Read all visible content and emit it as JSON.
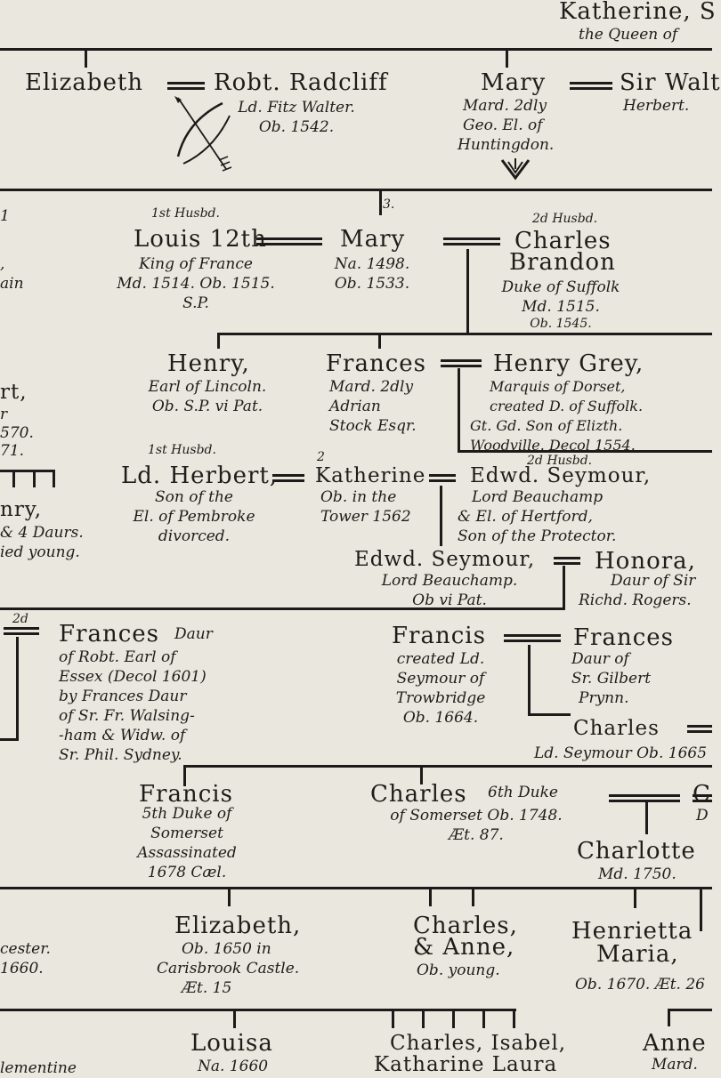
{
  "top": {
    "katherine": "Katherine, S",
    "queen": "the Queen of"
  },
  "gen1": {
    "elizabeth": "Elizabeth",
    "radcliff": "Robt. Radcliff",
    "radcliff_note": [
      "Ld. Fitz Walter.",
      "Ob. 1542."
    ],
    "mary": "Mary",
    "mary_note": [
      "Mard. 2dly",
      "Geo. El. of",
      "Huntingdon."
    ],
    "walter": "Sir Walt",
    "walter_note": [
      "Herbert."
    ]
  },
  "gen2": {
    "num3": "3.",
    "husb1": "1st Husbd.",
    "louis": "Louis 12th",
    "louis_note": [
      "King of France",
      "Md. 1514. Ob. 1515.",
      "S.P."
    ],
    "mary": "Mary",
    "mary_note": [
      "Na. 1498.",
      "Ob. 1533."
    ],
    "husb2": "2d Husbd.",
    "charles": "Charles",
    "brandon": "Brandon",
    "brandon_note": [
      "Duke of Suffolk",
      "Md. 1515.",
      "Ob. 1545."
    ]
  },
  "left_edge": {
    "lines": [
      "1",
      ",",
      "ain",
      "rt,",
      "r",
      "570.",
      "71.",
      "nry,",
      "& 4 Daurs.",
      "ied young."
    ]
  },
  "gen3": {
    "henry": "Henry,",
    "henry_note": [
      "Earl of Lincoln.",
      "Ob. S.P. vi Pat."
    ],
    "frances": "Frances",
    "frances_note": [
      "Mard. 2dly",
      "Adrian",
      "Stock Esqr."
    ],
    "grey": "Henry Grey,",
    "grey_note": [
      "Marquis of Dorset,",
      "created D. of Suffolk.",
      "Gt. Gd. Son of Elizth.",
      "Woodville. Decol 1554."
    ]
  },
  "gen4": {
    "husb1": "1st Husbd.",
    "herbert": "Ld. Herbert,",
    "herbert_note": [
      "Son of the",
      "El. of Pembroke",
      "divorced."
    ],
    "num2": "2",
    "katherine": "Katherine",
    "katherine_note": [
      "Ob. in the",
      "Tower 1562"
    ],
    "husb2": "2d Husbd.",
    "seymour": "Edwd. Seymour,",
    "seymour_note": [
      "Lord Beauchamp",
      "& El. of Hertford,",
      "Son of the Protector."
    ]
  },
  "gen5": {
    "seymour": "Edwd. Seymour,",
    "seymour_note": [
      "Lord Beauchamp.",
      "Ob vi Pat."
    ],
    "honora": "Honora,",
    "honora_note": [
      "Daur of Sir",
      "Richd. Rogers."
    ]
  },
  "gen6": {
    "mark2d": "2d",
    "frances_essex": "Frances",
    "frances_essex_tag": "Daur",
    "frances_essex_note": [
      "of Robt. Earl of",
      "Essex (Decol 1601)",
      "by Frances Daur",
      "of Sr. Fr. Walsing-",
      "-ham & Widw. of",
      "Sr. Phil. Sydney."
    ],
    "francis": "Francis",
    "francis_note": [
      "created Ld.",
      "Seymour of",
      "Trowbridge",
      "Ob. 1664."
    ],
    "frances_prynn": "Frances",
    "frances_prynn_note": [
      "Daur of",
      "Sr. Gilbert",
      "Prynn."
    ],
    "charles": "Charles",
    "charles_note": "Ld. Seymour Ob. 1665"
  },
  "gen7": {
    "francis": "Francis",
    "francis_note": [
      "5th Duke of",
      "Somerset",
      "Assassinated",
      "1678 Cæl."
    ],
    "charles": "Charles",
    "charles_tag": "6th Duke",
    "charles_note": [
      "of Somerset Ob. 1748.",
      "Æt. 87."
    ],
    "charles_edge": "C",
    "charles_edge_note": "D",
    "charlotte": "Charlotte",
    "charlotte_note": "Md. 1750."
  },
  "gen8": {
    "cester": [
      "cester.",
      "1660."
    ],
    "elizabeth": "Elizabeth,",
    "elizabeth_note": [
      "Ob. 1650 in",
      "Carisbrook Castle.",
      "Æt. 15"
    ],
    "charles_anne": [
      "Charles,",
      "& Anne,"
    ],
    "charles_anne_note": "Ob. young.",
    "henrietta": [
      "Henrietta",
      "Maria,"
    ],
    "henrietta_note": "Ob. 1670. Æt. 26"
  },
  "gen9": {
    "louisa": "Louisa",
    "louisa_note": "Na. 1660",
    "charles_isabel": "Charles, Isabel,",
    "charles_isabel_note": "Katharine Laura",
    "anne": "Anne",
    "anne_note": "Mard.",
    "left": "lementine"
  }
}
